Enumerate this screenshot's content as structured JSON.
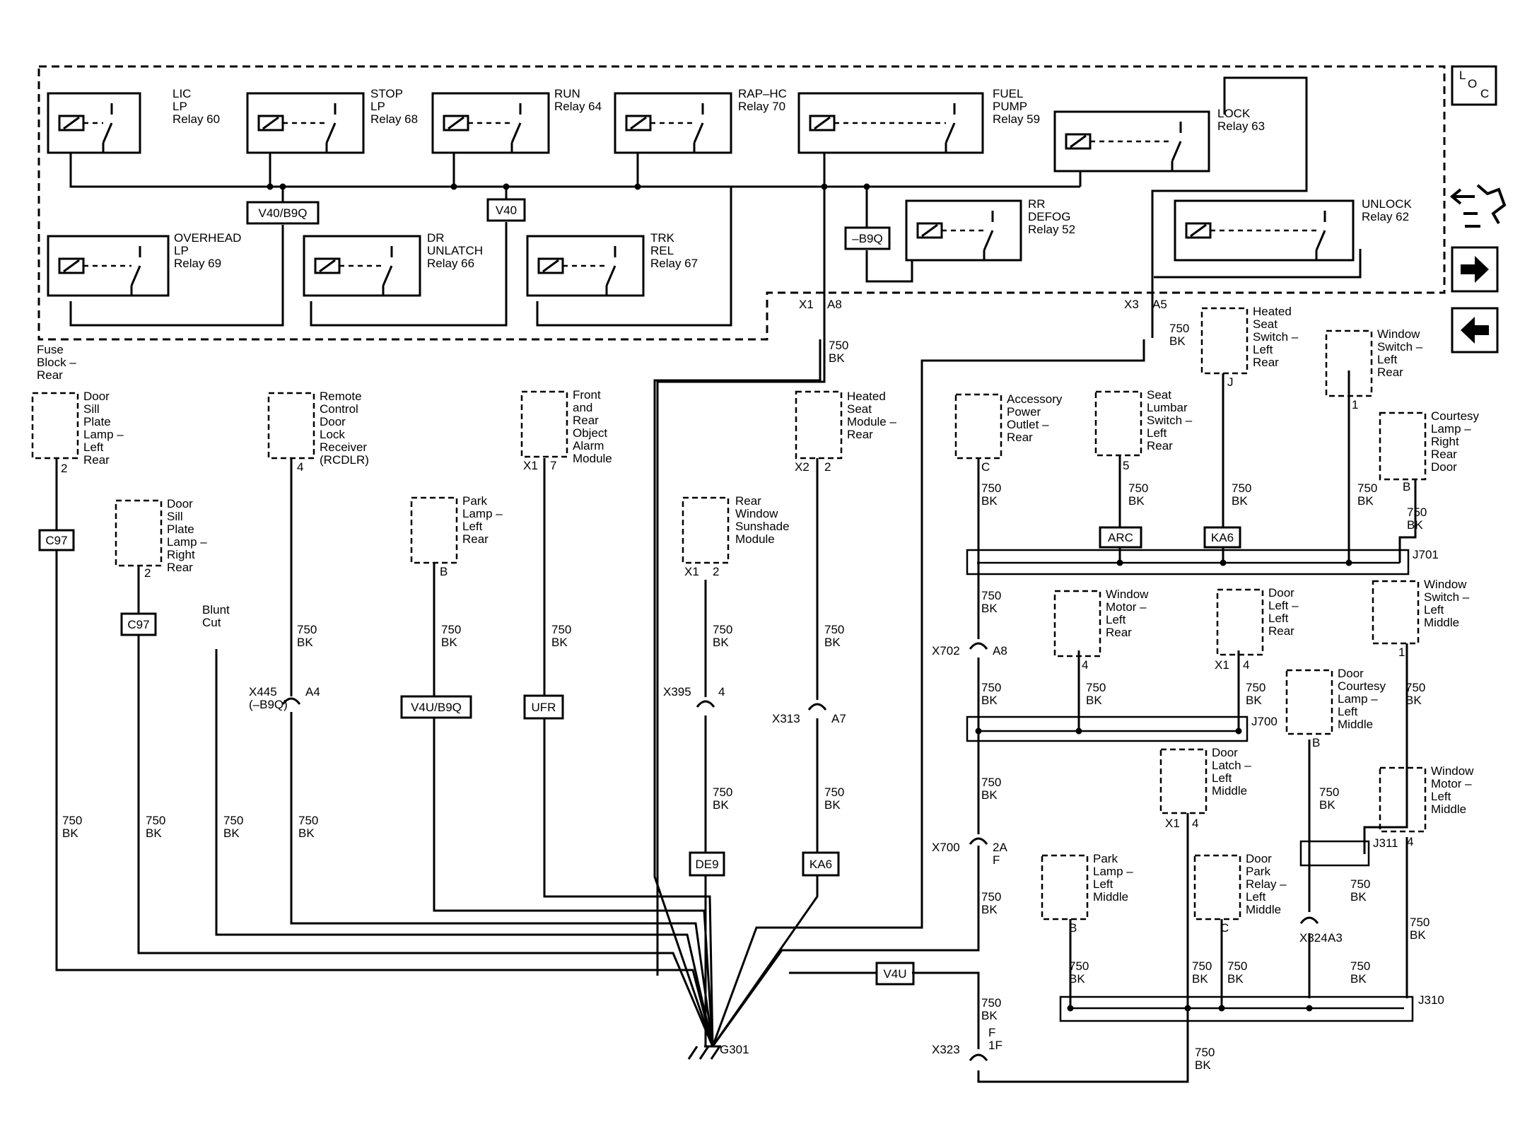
{
  "relays": {
    "lic": [
      "LIC",
      "LP",
      "Relay 60"
    ],
    "stop": [
      "STOP",
      "LP",
      "Relay 68"
    ],
    "run": [
      "RUN",
      "Relay 64"
    ],
    "raphc": [
      "RAP–HC",
      "Relay 70"
    ],
    "fuel": [
      "FUEL",
      "PUMP",
      "Relay 59"
    ],
    "lock": [
      "LOCK",
      "Relay 63"
    ],
    "overhead": [
      "OVERHEAD",
      "LP",
      "Relay 69"
    ],
    "drunlatch": [
      "DR",
      "UNLATCH",
      "Relay 66"
    ],
    "trkrel": [
      "TRK",
      "REL",
      "Relay 67"
    ],
    "rrdefog": [
      "RR",
      "DEFOG",
      "Relay 52"
    ],
    "unlock": [
      "UNLOCK",
      "Relay 62"
    ]
  },
  "option_tags": {
    "v40b9q": "V40/B9Q",
    "v40": "V40",
    "b9q": "–B9Q",
    "c97a": "C97",
    "c97b": "C97",
    "v4ub9q": "V4U/B9Q",
    "ufr": "UFR",
    "de9": "DE9",
    "ka6a": "KA6",
    "ka6b": "KA6",
    "arc": "ARC",
    "v4u": "V4U"
  },
  "fuse_block": [
    "Fuse",
    "Block –",
    "Rear"
  ],
  "components": {
    "door_sill_lr": [
      "Door",
      "Sill",
      "Plate",
      "Lamp –",
      "Left",
      "Rear"
    ],
    "door_sill_rr": [
      "Door",
      "Sill",
      "Plate",
      "Lamp –",
      "Right",
      "Rear"
    ],
    "rcdlr": [
      "Remote",
      "Control",
      "Door",
      "Lock",
      "Receiver",
      "(RCDLR)"
    ],
    "park_lr": [
      "Park",
      "Lamp –",
      "Left",
      "Rear"
    ],
    "obj_alarm": [
      "Front",
      "and",
      "Rear",
      "Object",
      "Alarm",
      "Module"
    ],
    "sunshade": [
      "Rear",
      "Window",
      "Sunshade",
      "Module"
    ],
    "heated_seat_mod": [
      "Heated",
      "Seat",
      "Module –",
      "Rear"
    ],
    "acc_outlet": [
      "Accessory",
      "Power",
      "Outlet –",
      "Rear"
    ],
    "lumbar": [
      "Seat",
      "Lumbar",
      "Switch –",
      "Left",
      "Rear"
    ],
    "heated_seat_sw": [
      "Heated",
      "Seat",
      "Switch –",
      "Left",
      "Rear"
    ],
    "win_sw_lr": [
      "Window",
      "Switch –",
      "Left",
      "Rear"
    ],
    "courtesy_rr": [
      "Courtesy",
      "Lamp –",
      "Right",
      "Rear",
      "Door"
    ],
    "win_motor_lr": [
      "Window",
      "Motor –",
      "Left",
      "Rear"
    ],
    "door_lr": [
      "Door",
      "Left –",
      "Left",
      "Rear"
    ],
    "win_sw_lm": [
      "Window",
      "Switch –",
      "Left",
      "Middle"
    ],
    "courtesy_lm": [
      "Door",
      "Courtesy",
      "Lamp –",
      "Left",
      "Middle"
    ],
    "latch_lm": [
      "Door",
      "Latch –",
      "Left",
      "Middle"
    ],
    "win_motor_lm": [
      "Window",
      "Motor –",
      "Left",
      "Middle"
    ],
    "park_lm": [
      "Park",
      "Lamp –",
      "Left",
      "Middle"
    ],
    "park_relay_lm": [
      "Door",
      "Park",
      "Relay –",
      "Left",
      "Middle"
    ]
  },
  "pins": {
    "door_sill_lr": "2",
    "door_sill_rr": "2",
    "rcdlr": "4",
    "park_lr": "B",
    "obj_alarm": "7",
    "obj_alarm_conn": "X1",
    "sunshade": "2",
    "sunshade_conn": "X1",
    "heated_seat_mod": "2",
    "heated_seat_mod_conn": "X2",
    "acc_outlet": "C",
    "lumbar": "5",
    "heated_seat_sw": "J",
    "win_sw_lr": "1",
    "courtesy_rr": "B",
    "win_motor_lr": "4",
    "door_lr": "4",
    "door_lr_conn": "X1",
    "win_sw_lm": "1",
    "courtesy_lm": "B",
    "latch_lm": "4",
    "latch_lm_conn": "X1",
    "win_motor_lm": "4",
    "park_lm": "B",
    "park_relay_lm": "C",
    "fb_x1": "X1",
    "fb_a8": "A8",
    "fb_x3": "X3",
    "fb_a5": "A5"
  },
  "inline_connectors": {
    "x445": [
      "X445",
      "(–B9Q)"
    ],
    "x445_pin": "A4",
    "x395": "X395",
    "x395_pin": "4",
    "x313": "X313",
    "x313_pin": "A7",
    "x702": "X702",
    "x702_pin": "A8",
    "x700": "X700",
    "x700_pin": [
      "2A",
      "F"
    ],
    "x324": "X324",
    "x324_pin": "A3",
    "x323": "X323",
    "x323_pin": [
      "F",
      "1F"
    ]
  },
  "splices": {
    "j701": "J701",
    "j700": "J700",
    "j311": "J311",
    "j310": "J310"
  },
  "wire_label": [
    "750",
    "BK"
  ],
  "blunt_cut": [
    "Blunt",
    "Cut"
  ],
  "ground": "G301",
  "nav": {
    "loc_l": "L",
    "loc_o": "O",
    "loc_c": "C"
  }
}
